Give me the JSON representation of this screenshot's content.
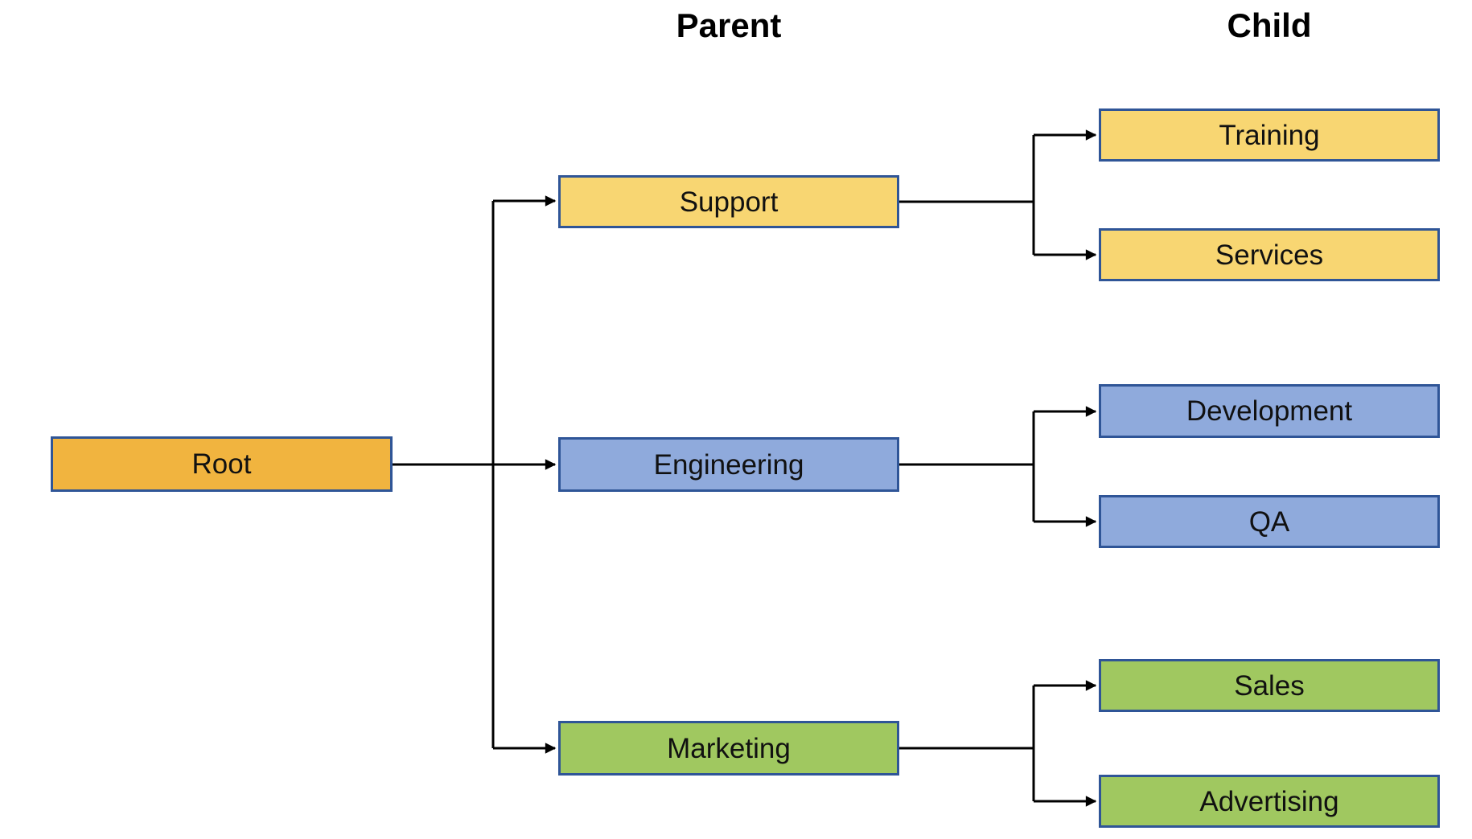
{
  "diagram": {
    "type": "tree",
    "column_headers": {
      "parent": "Parent",
      "child": "Child"
    },
    "palette": {
      "root_fill": "#F1B43F",
      "yellow_fill": "#F8D672",
      "blue_fill": "#8FAADC",
      "green_fill": "#A0C860",
      "border": "#2F5597",
      "line": "#000000",
      "text": "#111111"
    },
    "nodes": [
      {
        "id": "root",
        "label": "Root",
        "group": "orange"
      },
      {
        "id": "support",
        "label": "Support",
        "group": "yellow"
      },
      {
        "id": "engineering",
        "label": "Engineering",
        "group": "blue"
      },
      {
        "id": "marketing",
        "label": "Marketing",
        "group": "green"
      },
      {
        "id": "training",
        "label": "Training",
        "group": "yellow"
      },
      {
        "id": "services",
        "label": "Services",
        "group": "yellow"
      },
      {
        "id": "development",
        "label": "Development",
        "group": "blue"
      },
      {
        "id": "qa",
        "label": "QA",
        "group": "blue"
      },
      {
        "id": "sales",
        "label": "Sales",
        "group": "green"
      },
      {
        "id": "advertising",
        "label": "Advertising",
        "group": "green"
      }
    ],
    "edges": [
      {
        "from": "Root",
        "to": "Support"
      },
      {
        "from": "Root",
        "to": "Engineering"
      },
      {
        "from": "Root",
        "to": "Marketing"
      },
      {
        "from": "Support",
        "to": "Training"
      },
      {
        "from": "Support",
        "to": "Services"
      },
      {
        "from": "Engineering",
        "to": "Development"
      },
      {
        "from": "Engineering",
        "to": "QA"
      },
      {
        "from": "Marketing",
        "to": "Sales"
      },
      {
        "from": "Marketing",
        "to": "Advertising"
      }
    ]
  }
}
